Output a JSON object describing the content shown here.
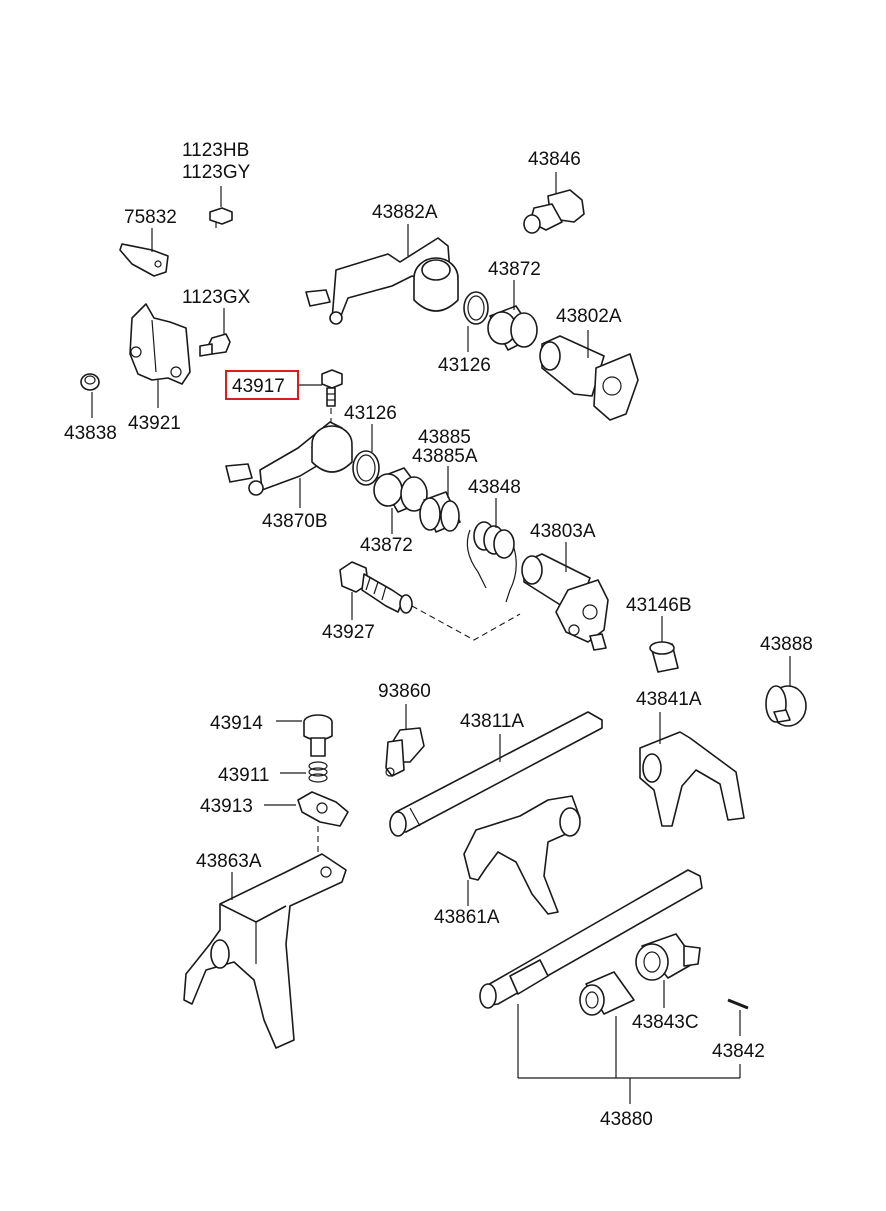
{
  "labels": {
    "p1123hb": "1123HB",
    "p1123gy": "1123GY",
    "p75832": "75832",
    "p1123gx": "1123GX",
    "p43838": "43838",
    "p43921": "43921",
    "p43917": "43917",
    "p43846": "43846",
    "p43882a": "43882A",
    "p43872_top": "43872",
    "p43802a": "43802A",
    "p43126_top": "43126",
    "p43126_mid": "43126",
    "p43885": "43885",
    "p43885a": "43885A",
    "p43848": "43848",
    "p43870b": "43870B",
    "p43872_mid": "43872",
    "p43803a": "43803A",
    "p43927": "43927",
    "p43146b": "43146B",
    "p43888": "43888",
    "p93860": "93860",
    "p43811a": "43811A",
    "p43841a": "43841A",
    "p43914": "43914",
    "p43911": "43911",
    "p43913": "43913",
    "p43863a": "43863A",
    "p43861a": "43861A",
    "p43843c": "43843C",
    "p43842": "43842",
    "p43880": "43880"
  },
  "highlighted_part": "43917",
  "colors": {
    "highlight": "#d62020",
    "line": "#1a1a1a"
  }
}
